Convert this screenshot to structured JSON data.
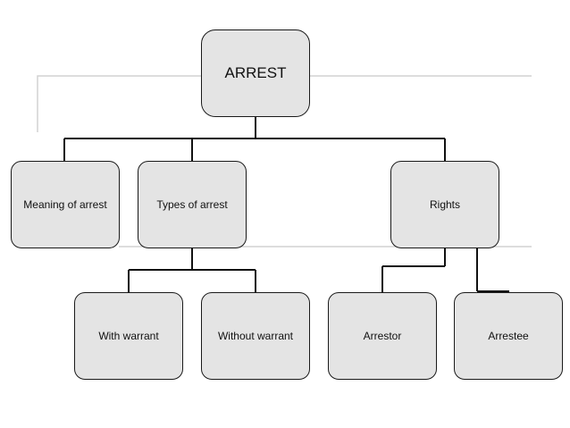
{
  "diagram": {
    "root": {
      "label": "ARREST"
    },
    "meaning": {
      "label": "Meaning of arrest"
    },
    "types": {
      "label": "Types of arrest"
    },
    "rights": {
      "label": "Rights"
    },
    "with_warrant": {
      "label": "With warrant"
    },
    "without_warrant": {
      "label": "Without warrant"
    },
    "arrestor": {
      "label": "Arrestor"
    },
    "arrestee": {
      "label": "Arrestee"
    }
  },
  "colors": {
    "node_fill": "#e4e4e4",
    "node_border": "#1a1a1a",
    "connector": "#111111",
    "background_guide": "#d0d0d0"
  }
}
